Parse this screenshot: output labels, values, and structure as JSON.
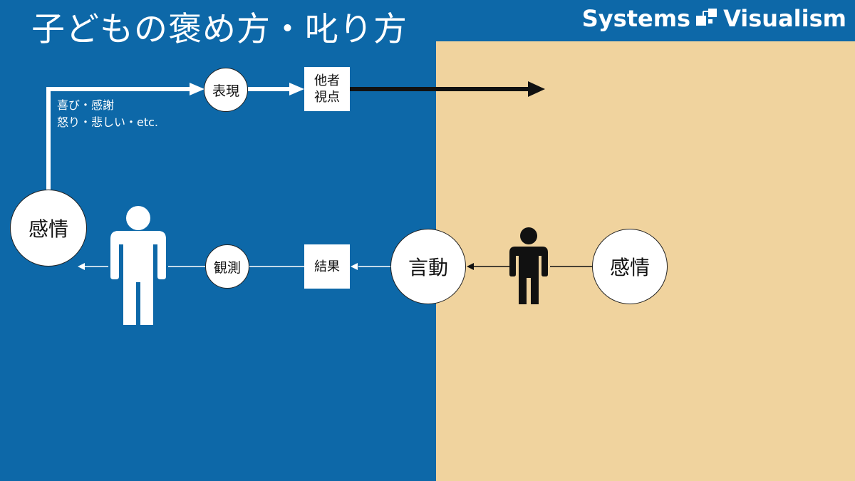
{
  "colors": {
    "blue_panel": "#0d68a8",
    "tan_panel": "#f0d39e",
    "white": "#ffffff",
    "black": "#111111"
  },
  "header": {
    "title": "子どもの褒め方・叱り方",
    "brand": "Systems Visualism",
    "brand_logo_icon": "systems-visualism-logo"
  },
  "diagram": {
    "self_emotion": "感情",
    "expression": "表現",
    "other_perspective_line1": "他者",
    "other_perspective_line2": "視点",
    "emotion_examples_line1": "喜び・感謝",
    "emotion_examples_line2": "怒り・悲しい・etc.",
    "observation": "観測",
    "result": "結果",
    "words_actions": "言動",
    "other_emotion": "感情",
    "self_person_icon": "person-icon",
    "other_person_icon": "person-icon"
  }
}
